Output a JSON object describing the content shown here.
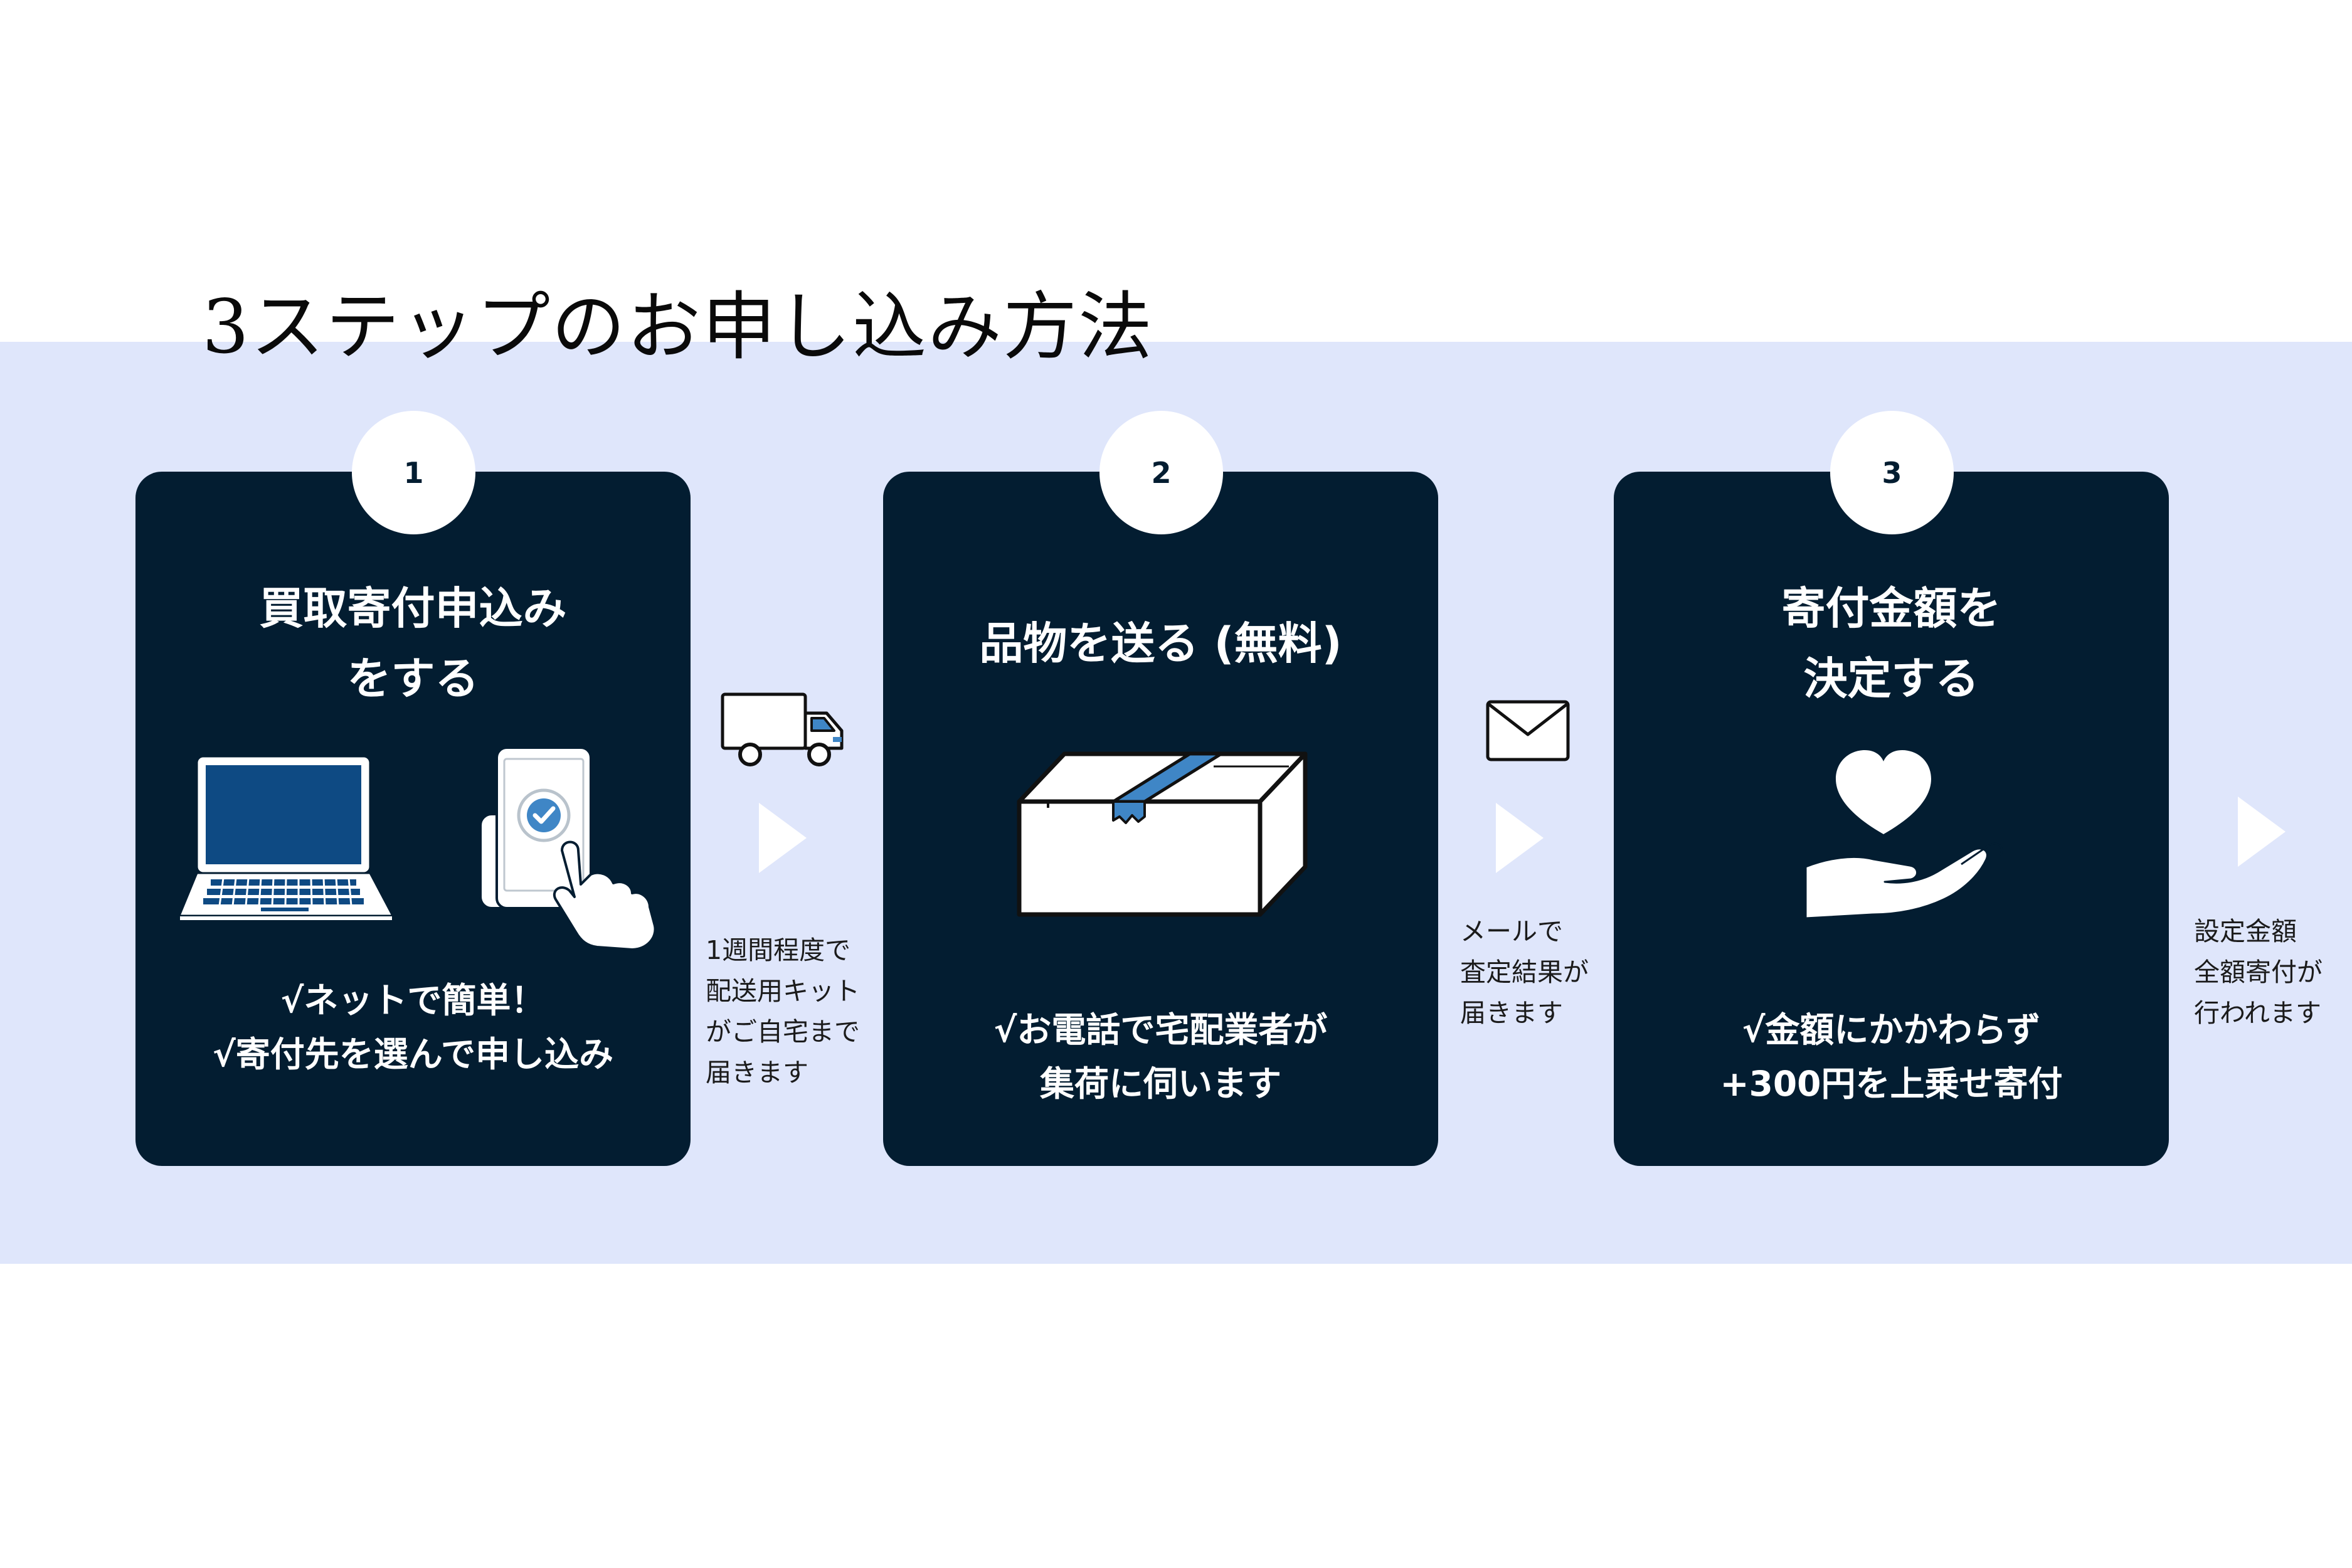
{
  "title": "3ステップのお申し込み方法",
  "steps": [
    {
      "number": "1",
      "title_lines": [
        "買取寄付申込み",
        "をする"
      ],
      "icons": [
        "laptop-icon",
        "smartphone-check-icon"
      ],
      "desc_lines": [
        "√ネットで簡単！",
        "√寄付先を選んで申し込み"
      ]
    },
    {
      "number": "2",
      "title_lines": [
        "品物を送る (無料)"
      ],
      "icons": [
        "cardboard-box-icon"
      ],
      "desc_lines": [
        "√お電話で宅配業者が",
        "集荷に伺います"
      ]
    },
    {
      "number": "3",
      "title_lines": [
        "寄付金額を",
        "決定する"
      ],
      "icons": [
        "heart-hand-icon"
      ],
      "desc_lines": [
        "√金額にかかわらず",
        "+300円を上乗せ寄付"
      ]
    }
  ],
  "connectors": [
    {
      "icon": "delivery-truck-icon",
      "note_lines": [
        "1週間程度で",
        "配送用キット",
        "がご自宅まで",
        "届きます"
      ]
    },
    {
      "icon": "envelope-icon",
      "note_lines": [
        "メールで",
        "査定結果が",
        "届きます"
      ]
    },
    {
      "icon": "",
      "note_lines": [
        "設定金額",
        "全額寄付が",
        "行われます"
      ]
    }
  ],
  "colors": {
    "band": "#dfe6fb",
    "card": "#031d31",
    "accent_blue": "#3f86c6",
    "screen_blue": "#0e4a83"
  }
}
